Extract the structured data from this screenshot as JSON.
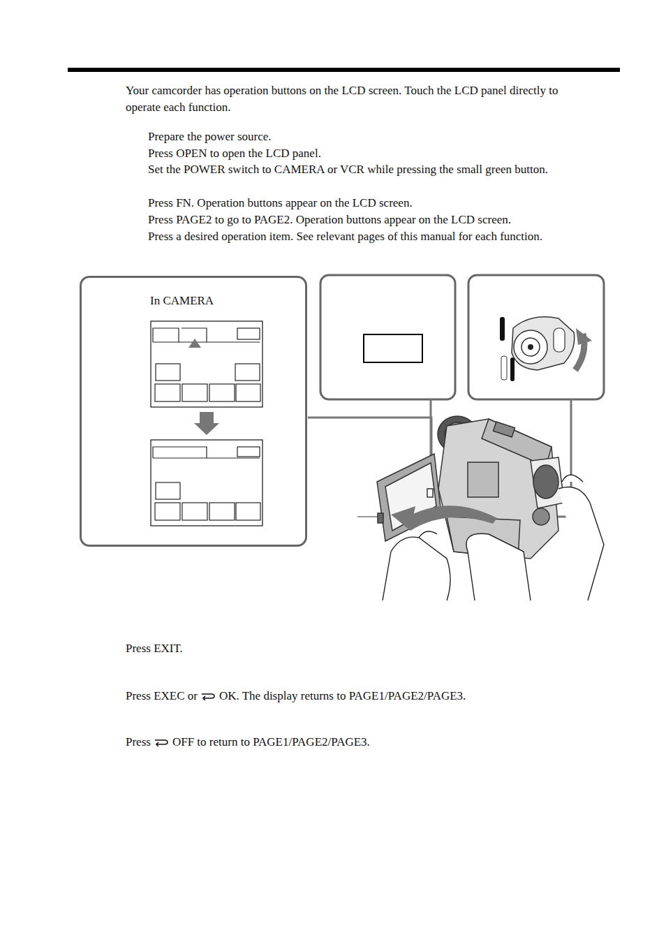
{
  "diagram": {
    "nodes": [
      {
        "text": [
          "In CAMERA"
        ]
      }
    ],
    "labels": [
      "Your camcorder has operation buttons on the LCD screen. Touch the LCD panel directly to operate each function.",
      "Prepare the power source.",
      "Press OPEN to open the LCD panel.",
      "Set the POWER switch to CAMERA or VCR while pressing the small green button.",
      "Press FN. Operation buttons appear on the LCD screen.",
      "Press PAGE2 to go to PAGE2. Operation buttons appear on the LCD screen.",
      "Press a desired operation item. See relevant pages of this manual for each function.",
      "Press EXIT.",
      "Press EXEC or",
      "OK. The display returns to PAGE1/PAGE2/PAGE3.",
      "Press",
      "OFF to return to PAGE1/PAGE2/PAGE3."
    ]
  }
}
